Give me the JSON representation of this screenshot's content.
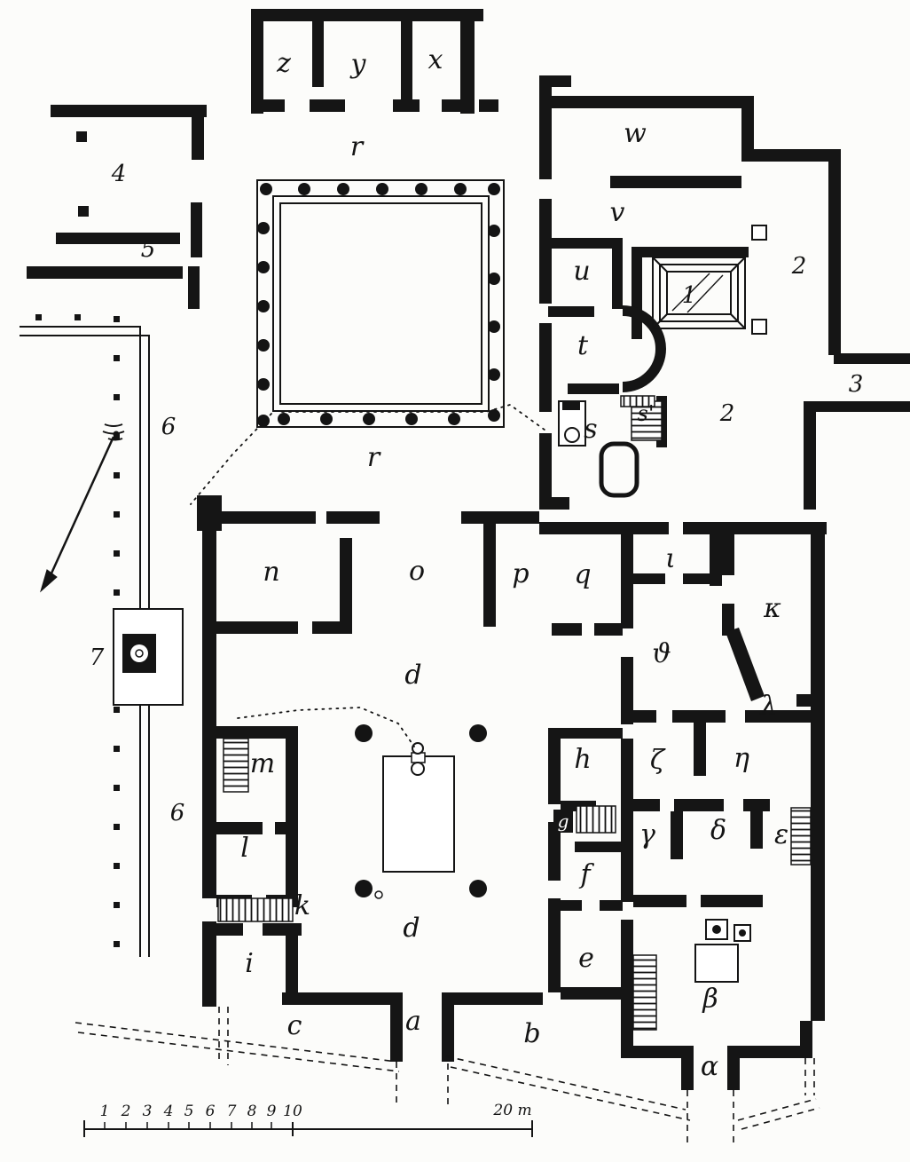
{
  "labels": {
    "room_z": "z",
    "room_y": "y",
    "room_x": "x",
    "corridor_r_north": "r",
    "corridor_r_south": "r",
    "room_w": "w",
    "room_v": "v",
    "room_u": "u",
    "room_t": "t",
    "room_s": "s",
    "room_s_prime": "s'",
    "bath_1": "1",
    "area_2_east": "2",
    "area_2_south": "2",
    "passage_3": "3",
    "street_4": "4",
    "street_5": "5",
    "street_6_north": "6",
    "street_6_south": "6",
    "fountain_7": "7",
    "room_n": "n",
    "room_o": "o",
    "room_p": "p",
    "room_q": "q",
    "room_iota": "ι",
    "room_kappa": "κ",
    "room_theta": "ϑ",
    "passage_lambda": "λ",
    "atrium_d_north": "d",
    "atrium_d_south": "d",
    "room_m": "m",
    "room_l": "l",
    "entrance_k": "k",
    "room_i": "i",
    "shop_c": "c",
    "fauces_a": "a",
    "shop_b": "b",
    "room_e": "e",
    "room_f": "f",
    "stair_g": "g",
    "room_h": "h",
    "room_zeta": "ζ",
    "room_eta": "η",
    "room_gamma": "γ",
    "room_delta": "δ",
    "room_epsilon": "ε",
    "court_beta": "β",
    "fauces_alpha": "α"
  },
  "scale_bar": {
    "ticks": [
      "1",
      "2",
      "3",
      "4",
      "5",
      "6",
      "7",
      "8",
      "9",
      "10"
    ],
    "end_label": "20 m"
  }
}
